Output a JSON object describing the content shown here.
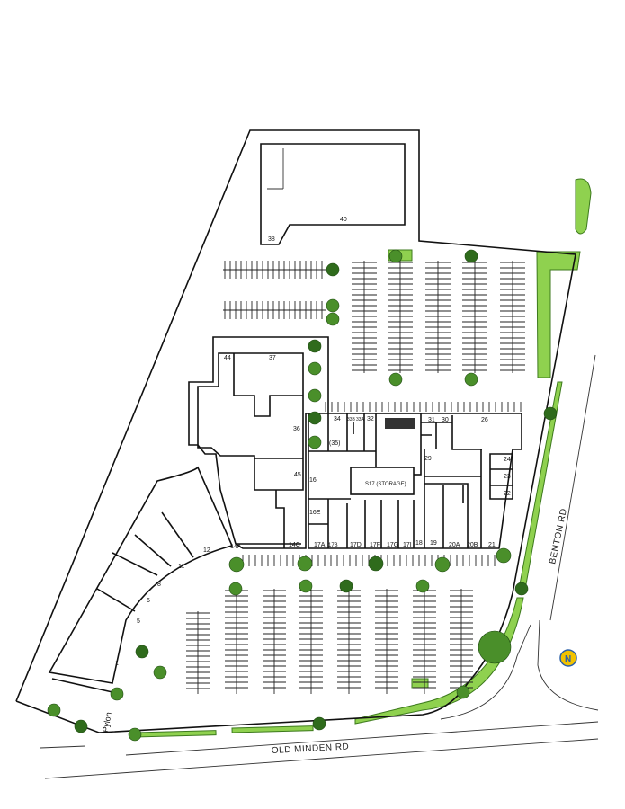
{
  "title": "Site plan",
  "roads": {
    "north_south": "BENTON RD",
    "east_west": "OLD MINDEN RD"
  },
  "pylon_label": "Pylon",
  "compass_label": "N",
  "units": {
    "u40": "40",
    "u38": "38",
    "u44": "44",
    "u37": "37",
    "u36": "36",
    "u45": "45",
    "u16": "16",
    "u16e": "16E",
    "u14a": "14A",
    "u14c": "14C",
    "u12": "12",
    "u11": "11",
    "u8": "8",
    "u6": "6",
    "u5": "5",
    "u1": "1",
    "u34": "34",
    "u33b": "33B",
    "u33a": "33A",
    "u32": "32",
    "u35": "(35)",
    "s17": "S17 (STORAGE)",
    "u31": "31",
    "u30": "30",
    "u26": "26",
    "u29": "29",
    "u24": "24",
    "u23": "23",
    "u22": "22",
    "u17a": "17A",
    "u17b": "17B",
    "u17d": "17D",
    "u17f": "17F",
    "u17g": "17G",
    "u17i": "17I",
    "u18": "18",
    "u19": "19",
    "u20a": "20A",
    "u20b": "20B",
    "u21": "21"
  },
  "colors": {
    "landscape": "#8fd14f",
    "tree": "#4a8f2a",
    "tree_dark": "#2f6b1c",
    "compass": "#f2c200"
  }
}
